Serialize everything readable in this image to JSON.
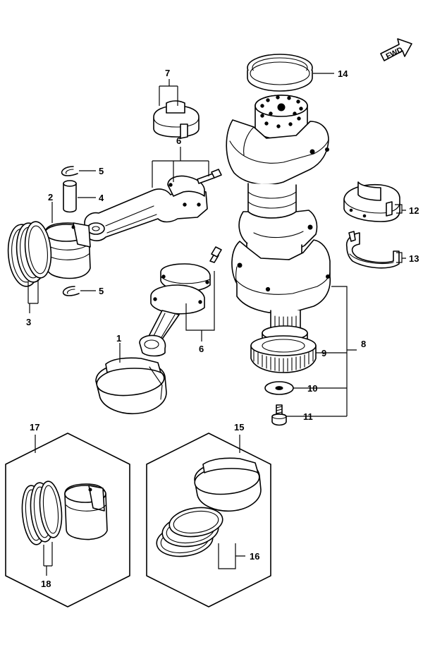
{
  "fwd_label": "FWD",
  "callouts": {
    "c1": "1",
    "c2": "2",
    "c3": "3",
    "c4": "4",
    "c5a": "5",
    "c5b": "5",
    "c6a": "6",
    "c6b": "6",
    "c7": "7",
    "c8": "8",
    "c9": "9",
    "c10": "10",
    "c11": "11",
    "c12": "12",
    "c13": "13",
    "c14": "14",
    "c15": "15",
    "c16": "16",
    "c17": "17",
    "c18": "18"
  }
}
